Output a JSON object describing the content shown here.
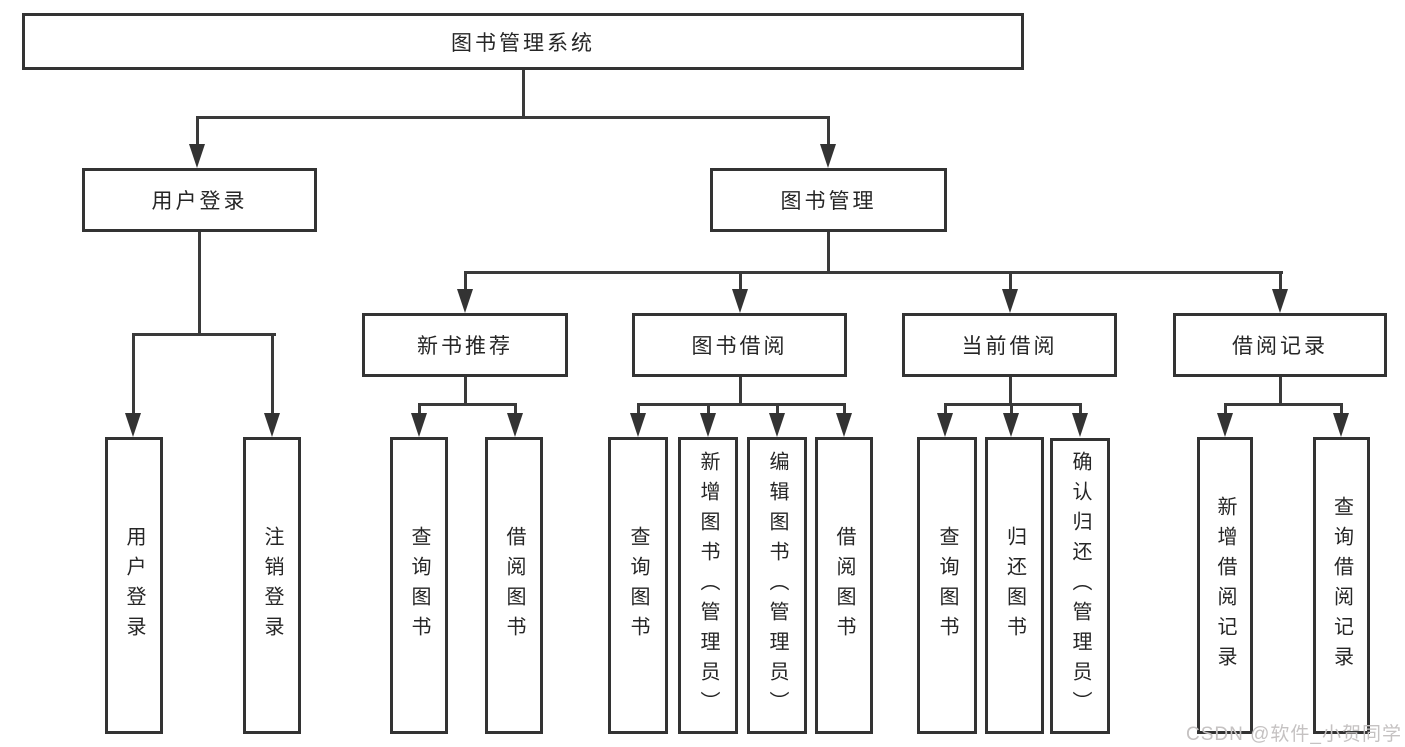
{
  "diagram": {
    "title": "图书管理系统",
    "root": {
      "label": "图书管理系统"
    },
    "level2": [
      {
        "id": "user-login",
        "label": "用户登录"
      },
      {
        "id": "book-management",
        "label": "图书管理"
      }
    ],
    "level3": [
      {
        "id": "new-book-recommendation",
        "label": "新书推荐",
        "parent": "book-management"
      },
      {
        "id": "book-borrowing",
        "label": "图书借阅",
        "parent": "book-management"
      },
      {
        "id": "current-borrowing",
        "label": "当前借阅",
        "parent": "book-management"
      },
      {
        "id": "borrowing-records",
        "label": "借阅记录",
        "parent": "book-management"
      }
    ],
    "leaves": [
      {
        "label": "用户登录",
        "parent": "user-login"
      },
      {
        "label": "注销登录",
        "parent": "user-login"
      },
      {
        "label": "查询图书",
        "parent": "new-book-recommendation"
      },
      {
        "label": "借阅图书",
        "parent": "new-book-recommendation"
      },
      {
        "label": "查询图书",
        "parent": "book-borrowing"
      },
      {
        "label": "新增图书（管理员）",
        "parent": "book-borrowing"
      },
      {
        "label": "编辑图书（管理员）",
        "parent": "book-borrowing"
      },
      {
        "label": "借阅图书",
        "parent": "book-borrowing"
      },
      {
        "label": "查询图书",
        "parent": "current-borrowing"
      },
      {
        "label": "归还图书",
        "parent": "current-borrowing"
      },
      {
        "label": "确认归还（管理员）",
        "parent": "current-borrowing"
      },
      {
        "label": "新增借阅记录",
        "parent": "borrowing-records"
      },
      {
        "label": "查询借阅记录",
        "parent": "borrowing-records"
      }
    ],
    "watermark": "CSDN @软件_小贺同学",
    "colors": {
      "line": "#3a3a3a",
      "box_border": "#333333",
      "text": "#262626",
      "watermark": "#c5c2c2",
      "background": "#ffffff"
    }
  }
}
